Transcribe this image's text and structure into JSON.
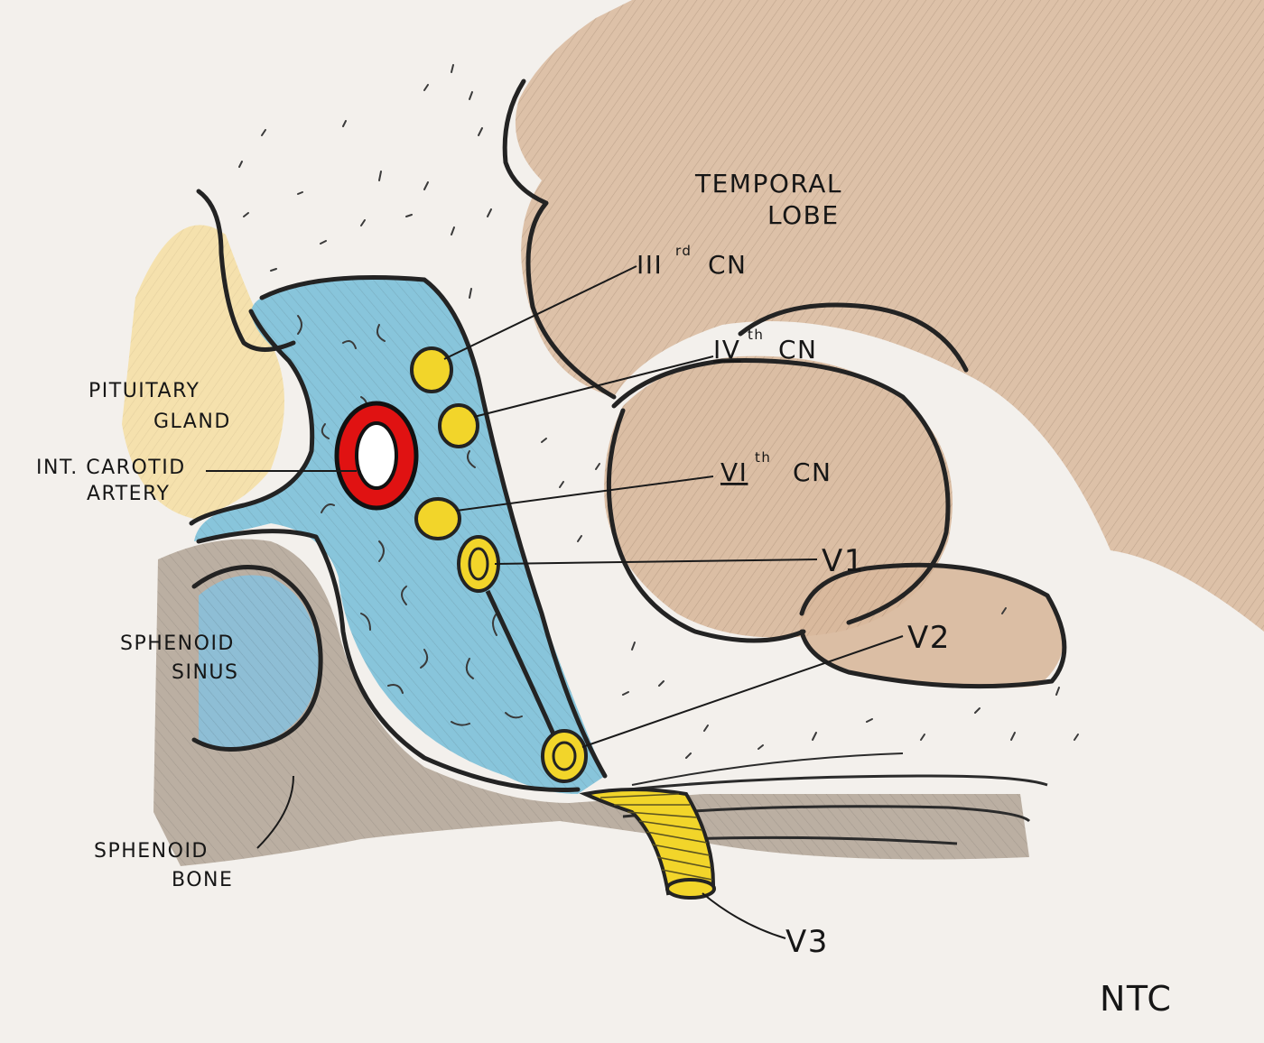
{
  "labels": {
    "temporal_lobe_line1": "TEMPORAL",
    "temporal_lobe_line2": "LOBE",
    "cn3_numeral": "III",
    "cn3_suffix": "rd",
    "cn3_abbrev": "CN",
    "cn4_numeral": "IV",
    "cn4_suffix": "th",
    "cn4_abbrev": "CN",
    "cn6_numeral": "VI",
    "cn6_suffix": "th",
    "cn6_abbrev": "CN",
    "v1": "V1",
    "v2": "V2",
    "v3": "V3",
    "pituitary_line1": "PITUITARY",
    "pituitary_line2": "GLAND",
    "carotid_line1": "INT. CAROTID",
    "carotid_line2": "ARTERY",
    "sphenoid_sinus_line1": "SPHENOID",
    "sphenoid_sinus_line2": "SINUS",
    "sphenoid_bone_line1": "SPHENOID",
    "sphenoid_bone_line2": "BONE",
    "signature": "NTC"
  },
  "colors": {
    "paper": "#f3f0ec",
    "cavernous_sinus": "#7cc0d9",
    "temporal_lobe": "#d8b89c",
    "bone": "#a89a89",
    "sinus_air": "#86c1de",
    "pituitary": "#f6dc98",
    "nerve": "#f2d52a",
    "artery": "#e01212",
    "outline": "#232323"
  }
}
